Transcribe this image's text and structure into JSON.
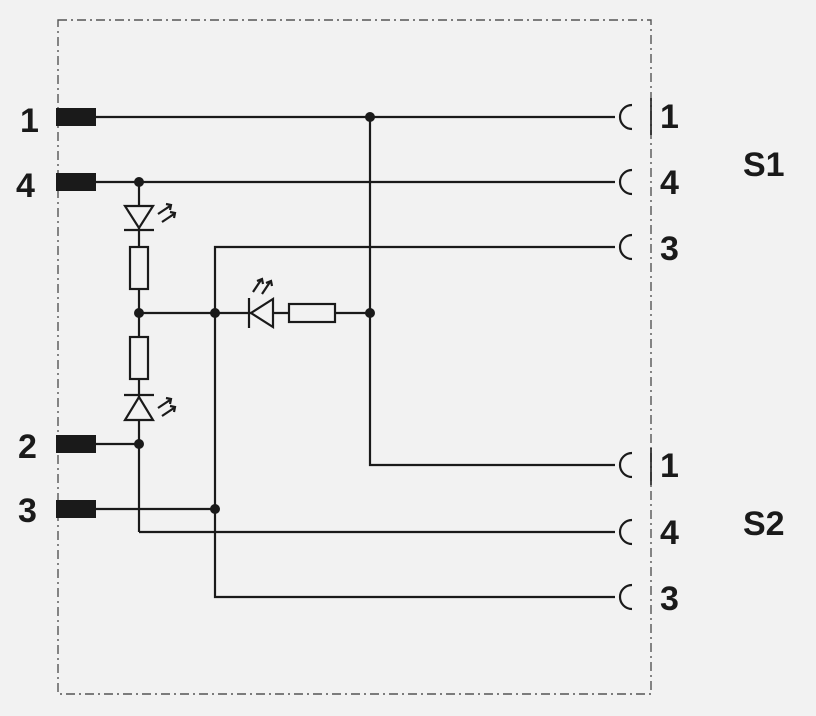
{
  "left_pins": [
    "1",
    "4",
    "2",
    "3"
  ],
  "s1": {
    "group_label": "S1",
    "pins": [
      "1",
      "4",
      "3"
    ]
  },
  "s2": {
    "group_label": "S2",
    "pins": [
      "1",
      "4",
      "3"
    ]
  }
}
